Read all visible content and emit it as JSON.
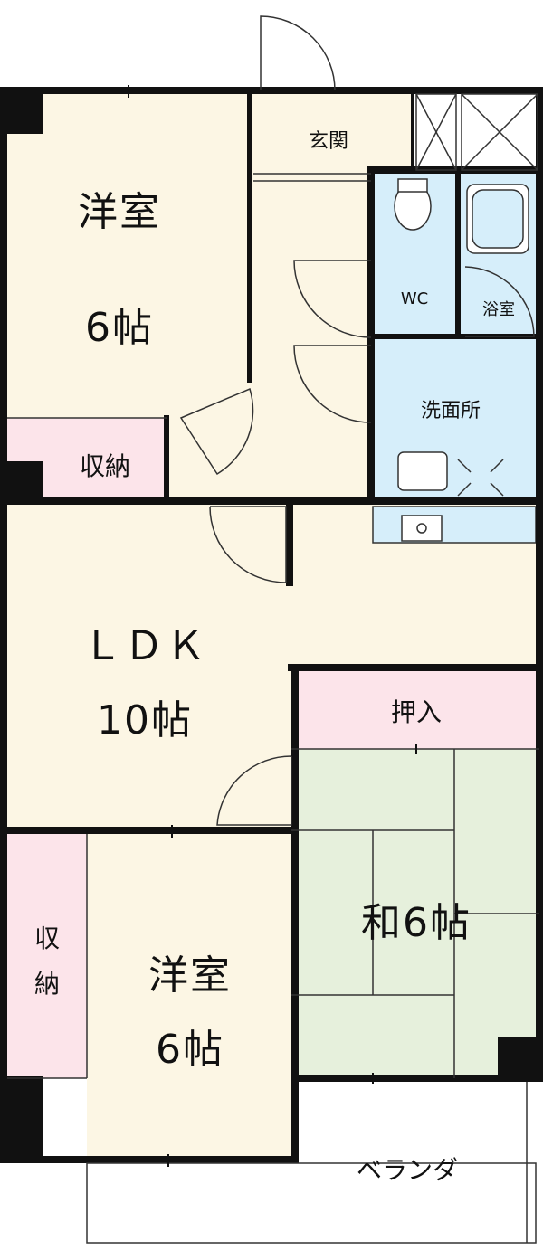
{
  "rooms": {
    "western_1": {
      "name": "洋室",
      "size": "6帖"
    },
    "entrance": {
      "name": "玄関"
    },
    "wc": {
      "name": "WC"
    },
    "bath": {
      "name": "浴室"
    },
    "washroom": {
      "name": "洗面所"
    },
    "storage_1": {
      "name": "収納"
    },
    "ldk": {
      "name": "ＬＤＫ",
      "size": "10帖"
    },
    "closet": {
      "name": "押入"
    },
    "japanese": {
      "name": "和6帖"
    },
    "storage_2": {
      "line1": "収",
      "line2": "納"
    },
    "western_2": {
      "name": "洋室",
      "size": "6帖"
    },
    "veranda": {
      "name": "ベランダ"
    }
  },
  "colors": {
    "wall": "#111111",
    "western_floor": "#fcf6e4",
    "japanese_floor": "#e6f0dc",
    "wet_area": "#d6eefa",
    "storage": "#fce4ea",
    "line": "#333333"
  }
}
